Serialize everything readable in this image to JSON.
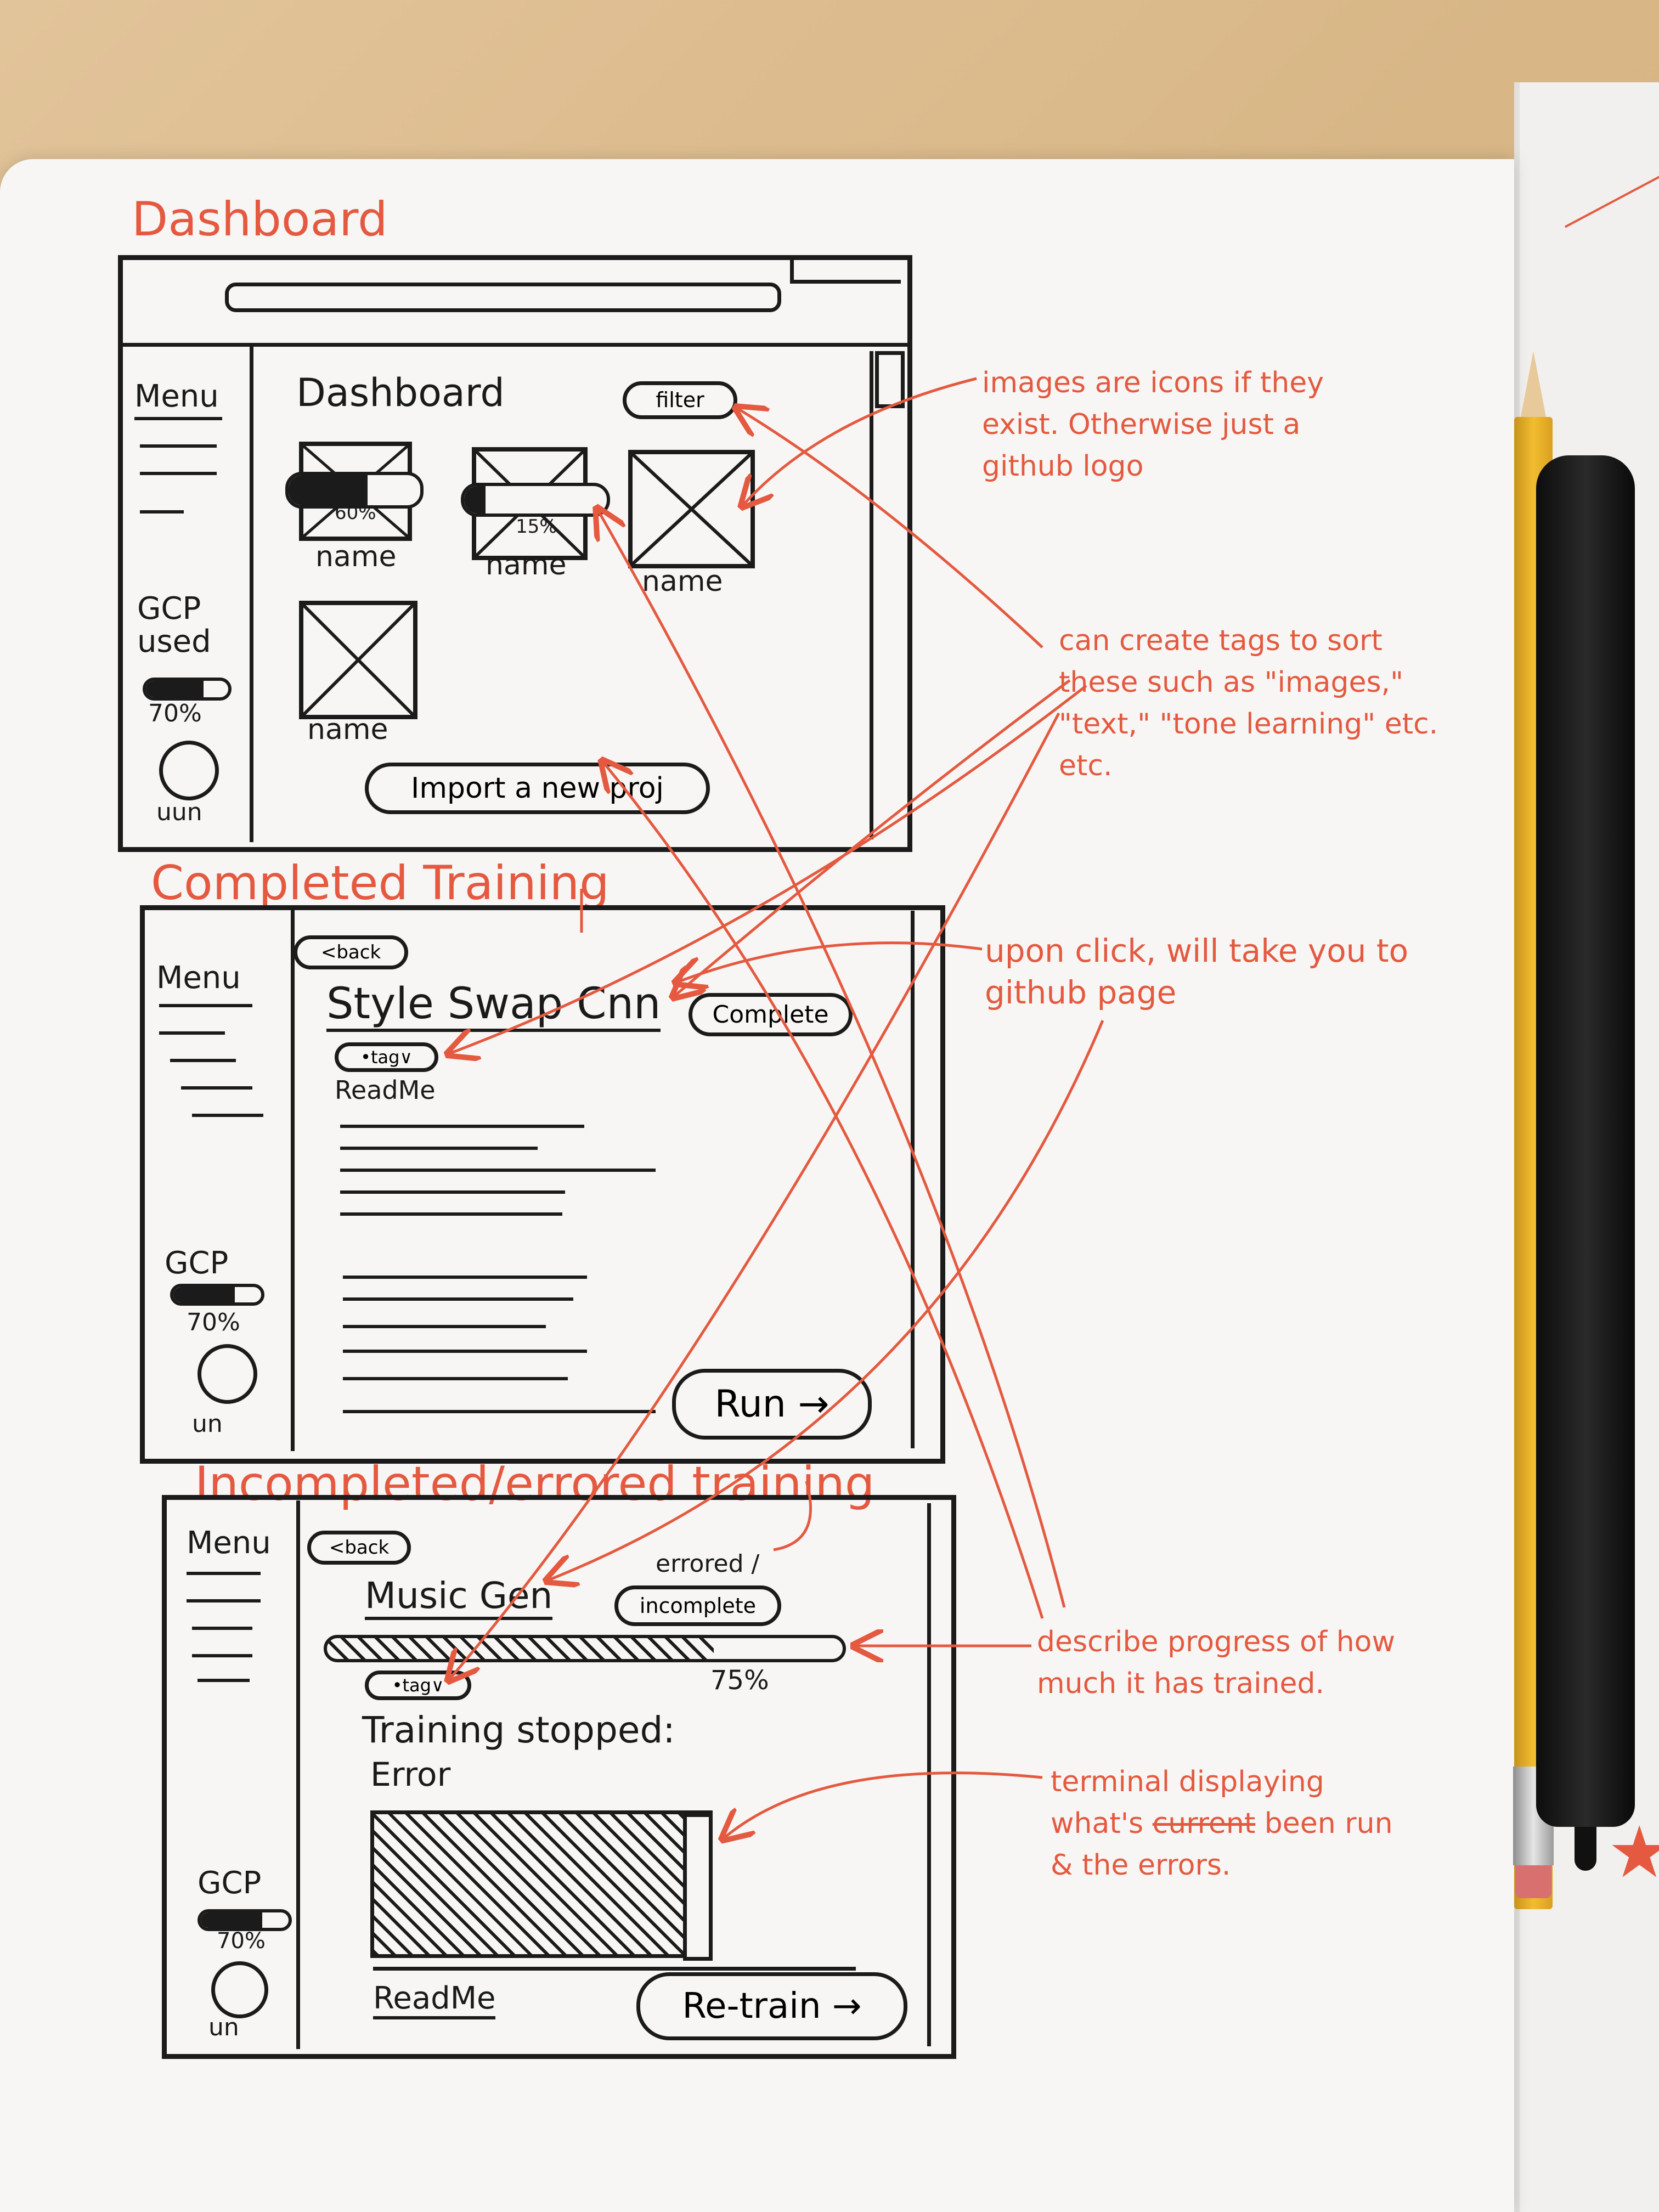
{
  "sections": {
    "dashboard": "Dashboard",
    "completed": "Completed Training",
    "incomplete": "Incompleted/errored training"
  },
  "dashboard": {
    "menu": "Menu",
    "title": "Dashboard",
    "filter": "filter",
    "projects": [
      {
        "name": "name",
        "progress_label": "60%",
        "progress": 0.6
      },
      {
        "name": "name",
        "progress_label": "15%",
        "progress": 0.15
      },
      {
        "name": "name"
      },
      {
        "name": "name"
      }
    ],
    "gcp_label": "GCP used",
    "gcp_percent": "70%",
    "gcp_usage": 0.7,
    "user_scribble": "uun",
    "import_button": "Import a new proj"
  },
  "completed": {
    "back": "<back",
    "menu": "Menu",
    "project_title": "Style Swap Cnn",
    "status": "Complete",
    "tag": "•tag∨",
    "readme": "ReadMe",
    "gcp_label": "GCP",
    "gcp_percent": "70%",
    "gcp_usage": 0.7,
    "user_scribble": "un",
    "run_button": "Run →"
  },
  "incomplete": {
    "back": "<back",
    "menu": "Menu",
    "project_title": "Music Gen",
    "status_line1": "errored /",
    "status": "incomplete",
    "progress_percent": "75%",
    "progress": 0.75,
    "tag": "•tag∨",
    "stopped": "Training stopped:",
    "error": "Error",
    "readme": "ReadMe",
    "gcp_label": "GCP",
    "gcp_percent": "70%",
    "gcp_usage": 0.7,
    "user_scribble": "un",
    "retrain_button": "Re-train →"
  },
  "annotations": {
    "icons": "images are icons if they exist. Otherwise just a github logo",
    "tags": "can create tags to sort these such as \"images,\" \"text,\" \"tone learning\" etc. etc.",
    "click": "upon click, will take you to github page",
    "progress": "describe progress of how much it has trained.",
    "terminal_prefix": "terminal displaying what's",
    "terminal_struck": "current",
    "terminal_suffix": "been run & the errors."
  }
}
